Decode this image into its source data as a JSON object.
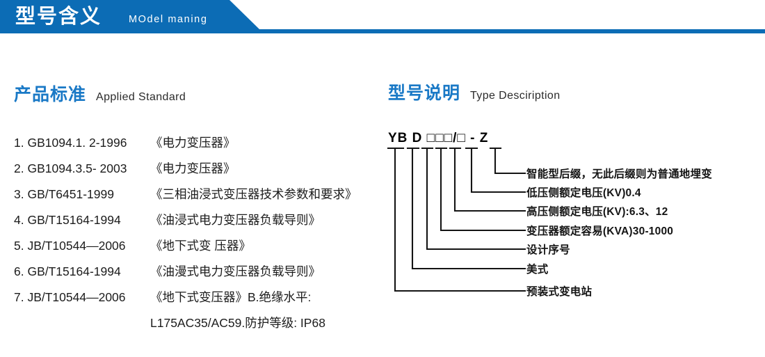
{
  "banner": {
    "title": "型号含义",
    "subtitle": "MOdel maning",
    "color": "#0c6cb5"
  },
  "sections": {
    "standard": {
      "cn": "产品标准",
      "en": "Applied Standard",
      "color": "#1a79c6"
    },
    "type": {
      "cn": "型号说明",
      "en": "Type Desciription",
      "color": "#1a79c6"
    }
  },
  "standards": [
    {
      "code": "1. GB1094.1. 2-1996",
      "name": "《电力变压器》"
    },
    {
      "code": "2. GB1094.3.5- 2003",
      "name": "《电力变压器》"
    },
    {
      "code": "3. GB/T6451-1999",
      "name": "《三相油浸式变压器技术参数和要求》"
    },
    {
      "code": "4. GB/T15164-1994",
      "name": "《油浸式电力变压器负载导则》"
    },
    {
      "code": "5. JB/T10544—2006",
      "name": "《地下式变 压器》"
    },
    {
      "code": "6. GB/T15164-1994",
      "name": "《油漫式电力变压器负载导则》"
    },
    {
      "code": "7. JB/T10544—2006",
      "name": "《地下式变压器》B.绝缘水平:"
    },
    {
      "code": "",
      "name": "L175AC35/AC59.防护等级: IP68",
      "continuation": true
    }
  ],
  "type_code": {
    "segments": [
      "YB",
      "D",
      "□",
      "□",
      "□",
      "/□",
      "-",
      "Z"
    ],
    "display": "YB D □□□/□ - Z",
    "labels": [
      "智能型后缀，无此后缀则为普通地埋变",
      "低压侧额定电压(KV)0.4",
      "高压侧额定电压(KV):6.3、12",
      "变压器额定容易(KVA)30-1000",
      "设计序号",
      "美式",
      "预装式变电站"
    ]
  }
}
